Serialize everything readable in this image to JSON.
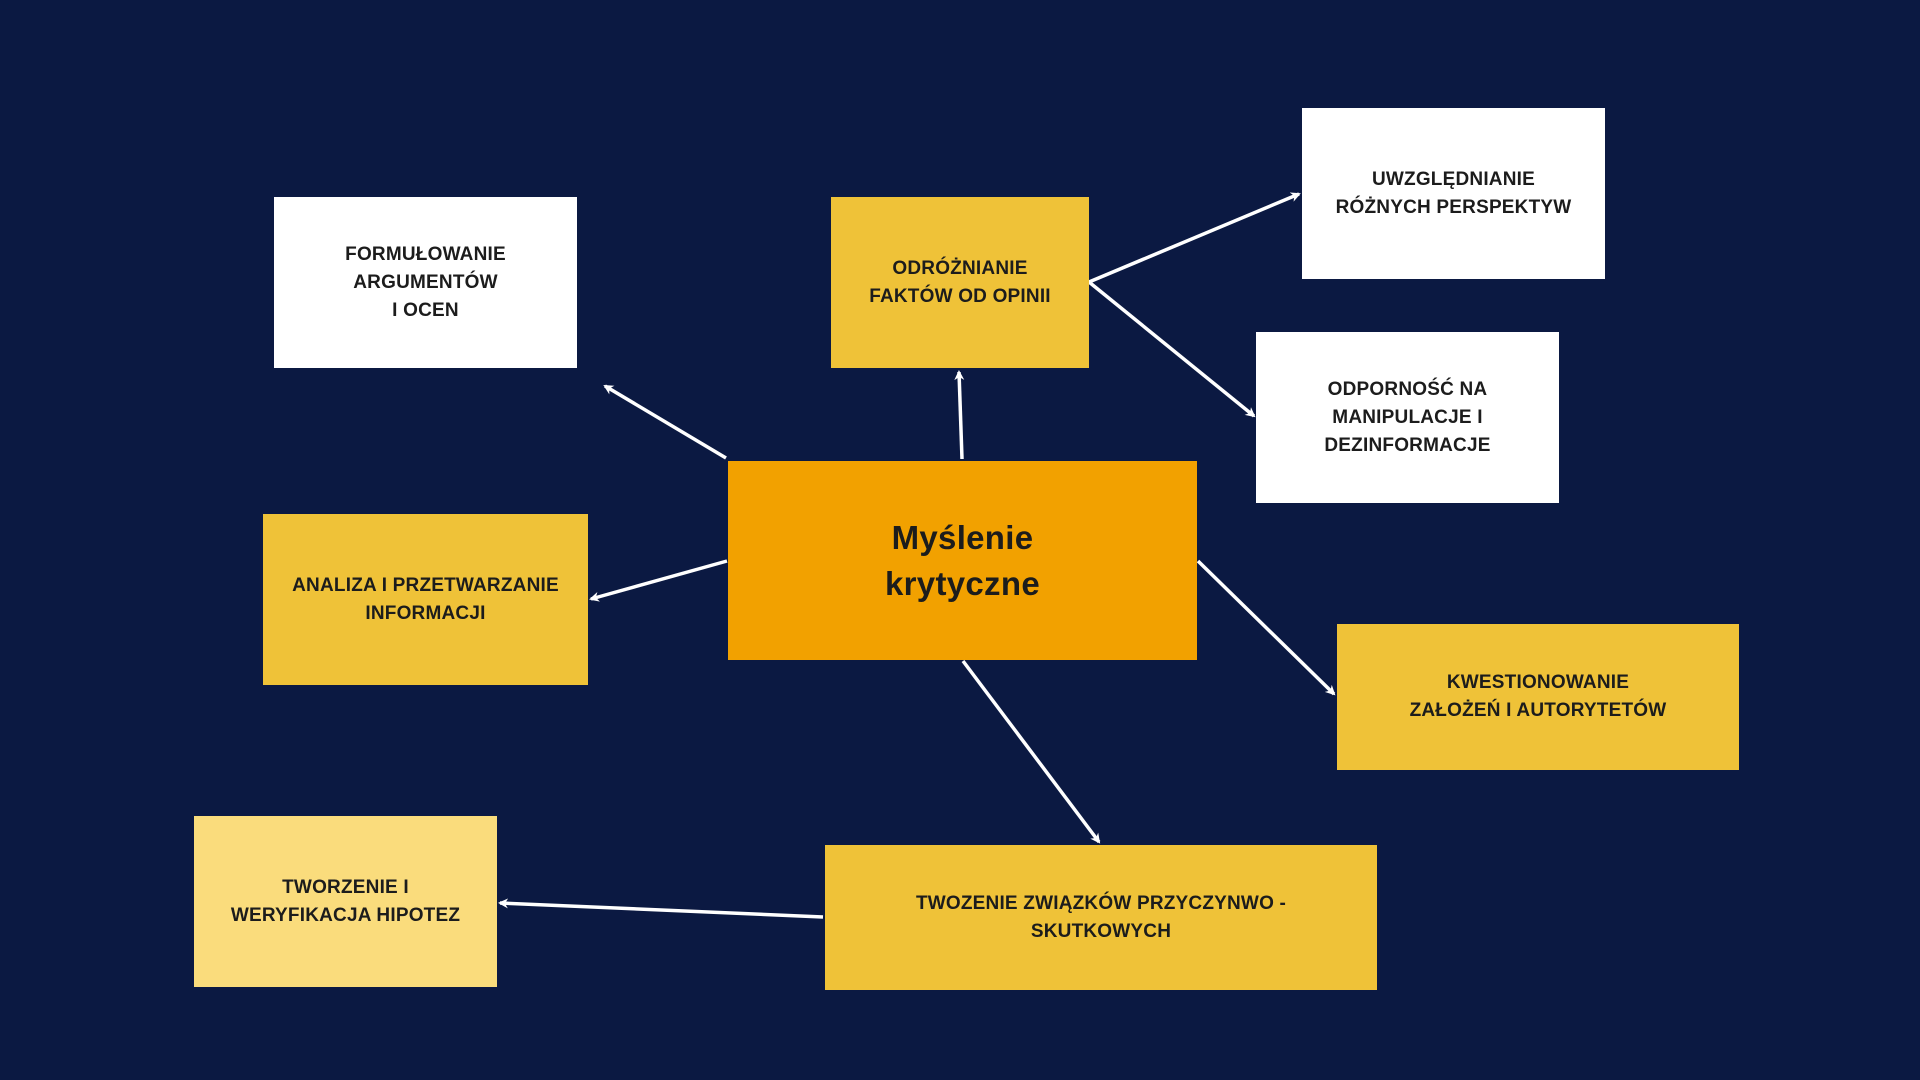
{
  "diagram": {
    "center": {
      "label": "Myślenie\nkrytyczne"
    },
    "nodes": {
      "argument": {
        "label": "FORMUŁOWANIE\nARGUMENTÓW\nI OCEN"
      },
      "facts": {
        "label": "ODRÓŻNIANIE\nFAKTÓW OD OPINII"
      },
      "perspectives": {
        "label": "UWZGLĘDNIANIE\nRÓŻNYCH PERSPEKTYW"
      },
      "manipulation": {
        "label": "ODPORNOŚĆ NA\nMANIPULACJE I\nDEZINFORMACJE"
      },
      "analysis": {
        "label": "ANALIZA I PRZETWARZANIE\nINFORMACJI"
      },
      "questioning": {
        "label": "KWESTIONOWANIE\nZAŁOŻEŃ I AUTORYTETÓW"
      },
      "cause_effect": {
        "label": "TWOZENIE ZWIĄZKÓW PRZYCZYNWO -\nSKUTKOWYCH"
      },
      "hypotheses": {
        "label": "TWORZENIE I\nWERYFIKACJA HIPOTEZ"
      }
    },
    "edges": [
      {
        "from": "center",
        "to": "argument"
      },
      {
        "from": "center",
        "to": "facts"
      },
      {
        "from": "facts",
        "to": "perspectives"
      },
      {
        "from": "facts",
        "to": "manipulation"
      },
      {
        "from": "center",
        "to": "analysis"
      },
      {
        "from": "center",
        "to": "questioning"
      },
      {
        "from": "center",
        "to": "cause_effect"
      },
      {
        "from": "cause_effect",
        "to": "hypotheses"
      }
    ],
    "colors": {
      "background": "#0b1942",
      "center": "#f2a100",
      "gold": "#efc238",
      "pale": "#fadc7c",
      "white": "#ffffff",
      "arrow": "#ffffff"
    }
  }
}
